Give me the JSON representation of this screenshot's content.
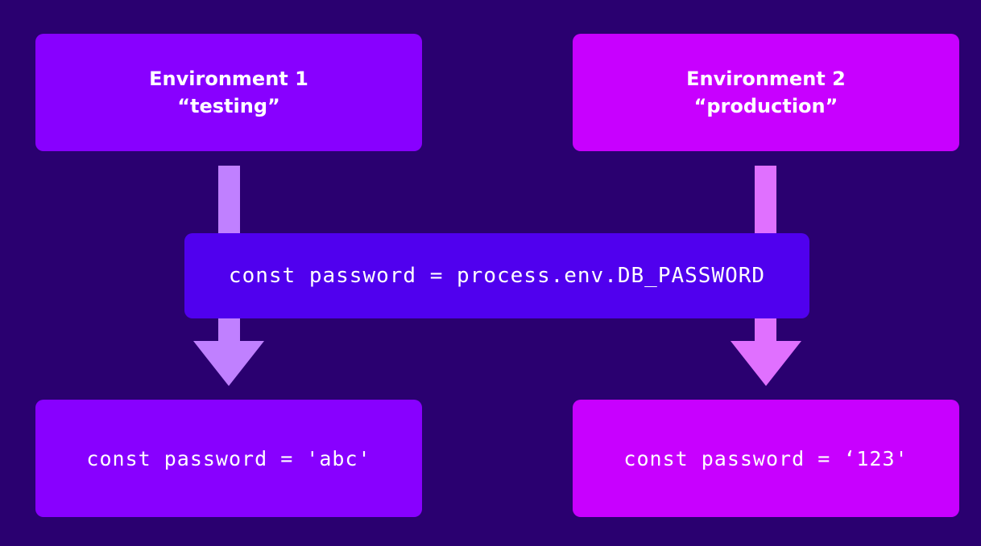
{
  "colors": {
    "background": "#2a0070",
    "env1_box": "#8800ff",
    "env2_box": "#c800ff",
    "env1_arrow": "#c080ff",
    "env2_arrow": "#e070ff",
    "code_box": "#5000ee"
  },
  "environments": [
    {
      "name": "Environment 1",
      "label": "“testing”",
      "result": "const password = 'abc'"
    },
    {
      "name": "Environment 2",
      "label": "“production”",
      "result": "const password = ‘123'"
    }
  ],
  "shared_code": "const password = process.env.DB_PASSWORD"
}
